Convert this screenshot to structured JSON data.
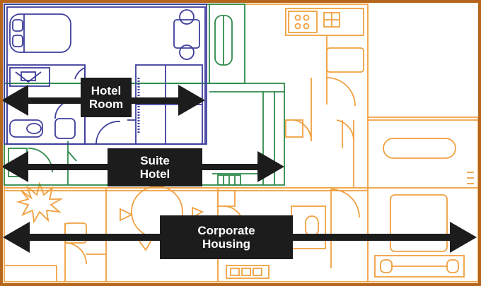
{
  "labels": {
    "hotel_room": [
      "Hotel",
      "Room"
    ],
    "suite_hotel": [
      "Suite",
      "Hotel"
    ],
    "corporate_housing": [
      "Corporate",
      "Housing"
    ]
  },
  "colors": {
    "frame": "#b5661c",
    "hotel_room": "#3e3e9c",
    "suite_hotel": "#2f8a4c",
    "corporate_housing": "#f0a040",
    "arrow": "#1c1c1c"
  }
}
